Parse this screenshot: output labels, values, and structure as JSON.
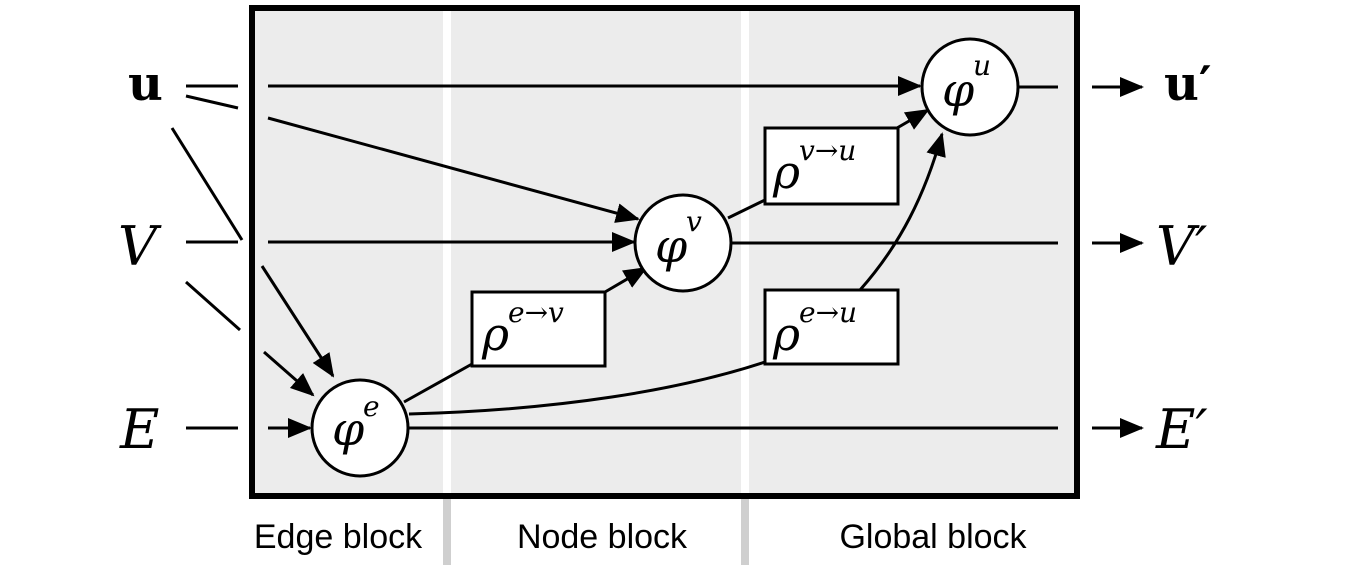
{
  "inputs": {
    "u": "u",
    "v": "V",
    "e": "E"
  },
  "outputs": {
    "u": "u′",
    "v": "V′",
    "e": "E′"
  },
  "functions": {
    "phi_e": {
      "base": "φ",
      "sup": "e"
    },
    "phi_v": {
      "base": "φ",
      "sup": "v"
    },
    "phi_u": {
      "base": "φ",
      "sup": "u"
    },
    "rho_ev": {
      "base": "ρ",
      "sup": "e→v"
    },
    "rho_vu": {
      "base": "ρ",
      "sup": "v→u"
    },
    "rho_eu": {
      "base": "ρ",
      "sup": "e→u"
    }
  },
  "blocks": {
    "edge": "Edge block",
    "node": "Node block",
    "global": "Global block"
  },
  "colors": {
    "panel": "#ececec",
    "separator": "#cfcfcf",
    "stroke": "#000000",
    "node_fill": "#ffffff"
  }
}
